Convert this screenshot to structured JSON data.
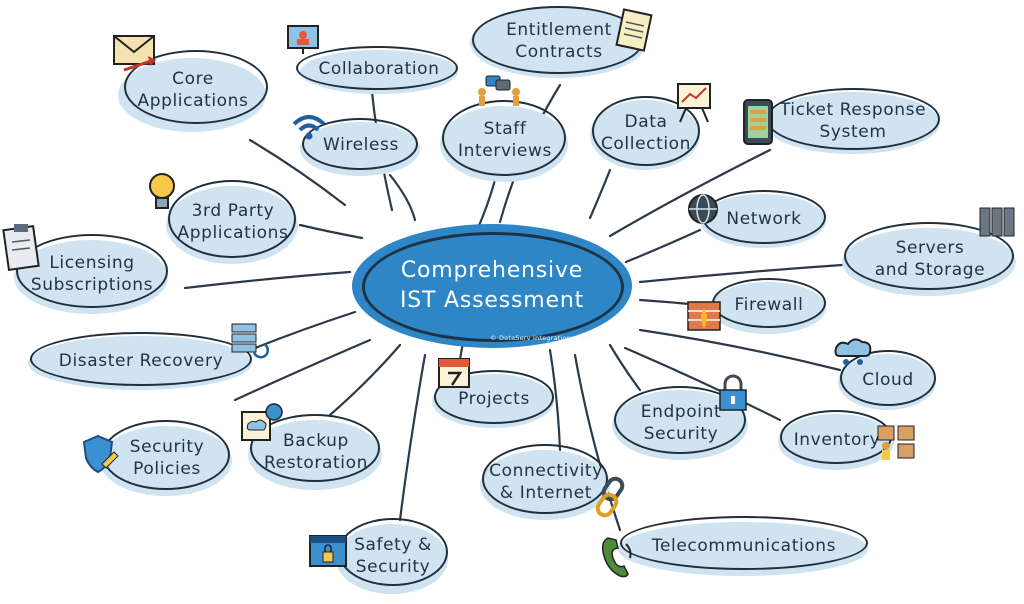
{
  "center": {
    "title": "Comprehensive\nIST Assessment",
    "copyright": "© DataServ Integrations, LLC"
  },
  "colors": {
    "center_fill": "#2f86c6",
    "bubble_fill": "#cfe3f0",
    "ink": "#1f2f3d"
  },
  "nodes": [
    {
      "id": "core-applications",
      "label": "Core\nApplications",
      "icon": "email-icon"
    },
    {
      "id": "collaboration",
      "label": "Collaboration",
      "icon": "presentation-screen-icon"
    },
    {
      "id": "entitlement-contracts",
      "label": "Entitlement\nContracts",
      "icon": "document-icon"
    },
    {
      "id": "wireless",
      "label": "Wireless",
      "icon": "wifi-icon"
    },
    {
      "id": "staff-interviews",
      "label": "Staff\nInterviews",
      "icon": "people-talking-icon"
    },
    {
      "id": "data-collection",
      "label": "Data\nCollection",
      "icon": "chart-easel-icon"
    },
    {
      "id": "ticket-response-system",
      "label": "Ticket Response\nSystem",
      "icon": "mobile-app-icon"
    },
    {
      "id": "third-party-applications",
      "label": "3rd Party\nApplications",
      "icon": "lightbulb-icon"
    },
    {
      "id": "network",
      "label": "Network",
      "icon": "globe-icon"
    },
    {
      "id": "licensing-subscriptions",
      "label": "Licensing\nSubscriptions",
      "icon": "clipboard-icon"
    },
    {
      "id": "servers-and-storage",
      "label": "Servers\nand Storage",
      "icon": "server-rack-icon"
    },
    {
      "id": "firewall",
      "label": "Firewall",
      "icon": "brick-wall-fire-icon"
    },
    {
      "id": "disaster-recovery",
      "label": "Disaster Recovery",
      "icon": "database-refresh-icon"
    },
    {
      "id": "cloud",
      "label": "Cloud",
      "icon": "cloud-network-icon"
    },
    {
      "id": "projects",
      "label": "Projects",
      "icon": "calendar-icon"
    },
    {
      "id": "endpoint-security",
      "label": "Endpoint\nSecurity",
      "icon": "padlock-icon"
    },
    {
      "id": "inventory",
      "label": "Inventory",
      "icon": "warehouse-boxes-icon"
    },
    {
      "id": "security-policies",
      "label": "Security\nPolicies",
      "icon": "shield-pencil-icon"
    },
    {
      "id": "backup-restoration",
      "label": "Backup\nRestoration",
      "icon": "cloud-upload-window-icon"
    },
    {
      "id": "connectivity-internet",
      "label": "Connectivity\n& Internet",
      "icon": "chain-link-icon"
    },
    {
      "id": "safety-security",
      "label": "Safety &\nSecurity",
      "icon": "browser-lock-icon"
    },
    {
      "id": "telecommunications",
      "label": "Telecommunications",
      "icon": "phone-icon"
    }
  ]
}
